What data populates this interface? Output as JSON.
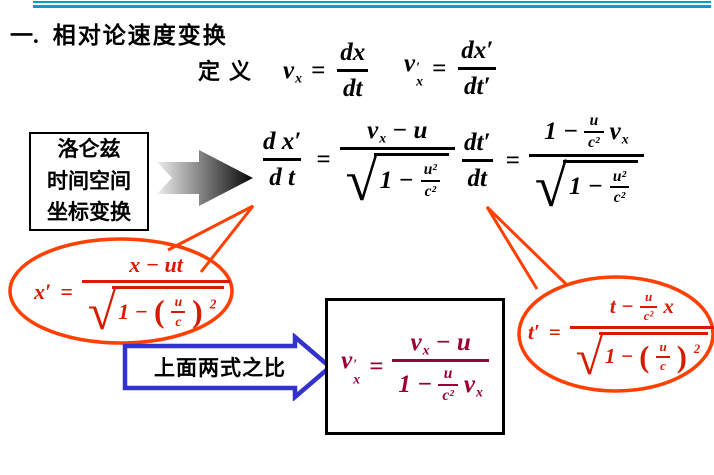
{
  "colors": {
    "top_rule": "#0E9AC9",
    "callout_outline": "#FF4000",
    "callout_formula_text": "#D81A00",
    "result_formula_text": "#990030",
    "ratio_arrow_blue": "#3333CC",
    "body_text": "#000000"
  },
  "header": {
    "section_no": "一.",
    "title": "相对论速度变换"
  },
  "definition_label": "定义",
  "lorentz_box": {
    "line1": "洛仑兹",
    "line2": "时间空间",
    "line3": "坐标变换"
  },
  "ratio_label": "上面两式之比",
  "sym": {
    "radical": "√"
  },
  "math": {
    "f1": {
      "lhs": "v",
      "lhs_sub": "x",
      "eq": "=",
      "num": "dx",
      "den": "dt"
    },
    "f2": {
      "lhs": "v",
      "lhs_sup": "′",
      "lhs_sub": "x",
      "eq": "=",
      "num": "dx′",
      "den": "dt′"
    },
    "f3": {
      "lhs_num": "d x′",
      "lhs_den": "d t",
      "eq": "=",
      "num_v": "v",
      "num_v_sub": "x",
      "num_tail": "− u",
      "rad_lead": "1 −",
      "rad_num": "u²",
      "rad_den": "c²"
    },
    "f4": {
      "lhs_num": "dt′",
      "lhs_den": "dt",
      "eq": "=",
      "num_lead": "1 −",
      "num_frac_num": "u",
      "num_frac_den": "c²",
      "num_v": "v",
      "num_v_sub": "x",
      "rad_lead": "1 −",
      "rad_num": "u²",
      "rad_den": "c²"
    },
    "f5": {
      "lhs": "x′",
      "eq": "=",
      "num": "x − ut",
      "rad_lead": "1 −",
      "paren_l": "(",
      "inner_num": "u",
      "inner_den": "c",
      "paren_r": ")",
      "exp": "2"
    },
    "f6": {
      "lhs": "t′",
      "eq": "=",
      "num_lead": "t −",
      "num_frac_num": "u",
      "num_frac_den": "c²",
      "num_tail": "x",
      "rad_lead": "1 −",
      "paren_l": "(",
      "inner_num": "u",
      "inner_den": "c",
      "paren_r": ")",
      "exp": "2"
    },
    "f7": {
      "lhs": "v",
      "lhs_sup": "′",
      "lhs_sub": "x",
      "eq": "=",
      "num_v": "v",
      "num_v_sub": "x",
      "num_tail": "− u",
      "den_lead": "1 −",
      "den_frac_num": "u",
      "den_frac_den": "c²",
      "den_v": "v",
      "den_v_sub": "x"
    }
  }
}
